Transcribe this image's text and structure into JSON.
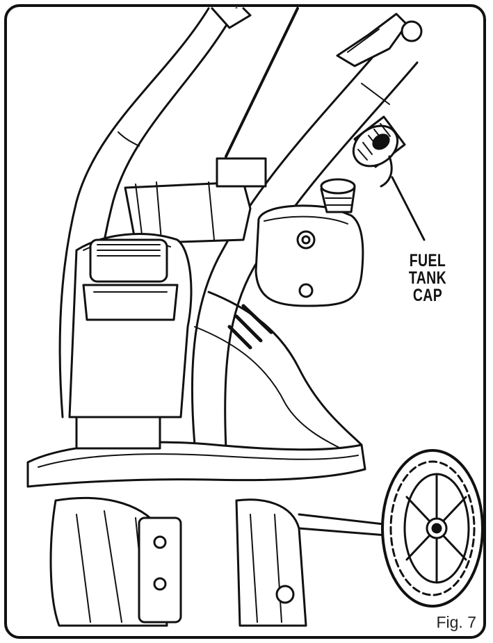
{
  "callout": {
    "line1": "FUEL TANK",
    "line2": "CAP"
  },
  "figure_label": "Fig. 7",
  "colors": {
    "stroke": "#111111",
    "fill": "#ffffff",
    "shade": "#d8d8d8"
  }
}
